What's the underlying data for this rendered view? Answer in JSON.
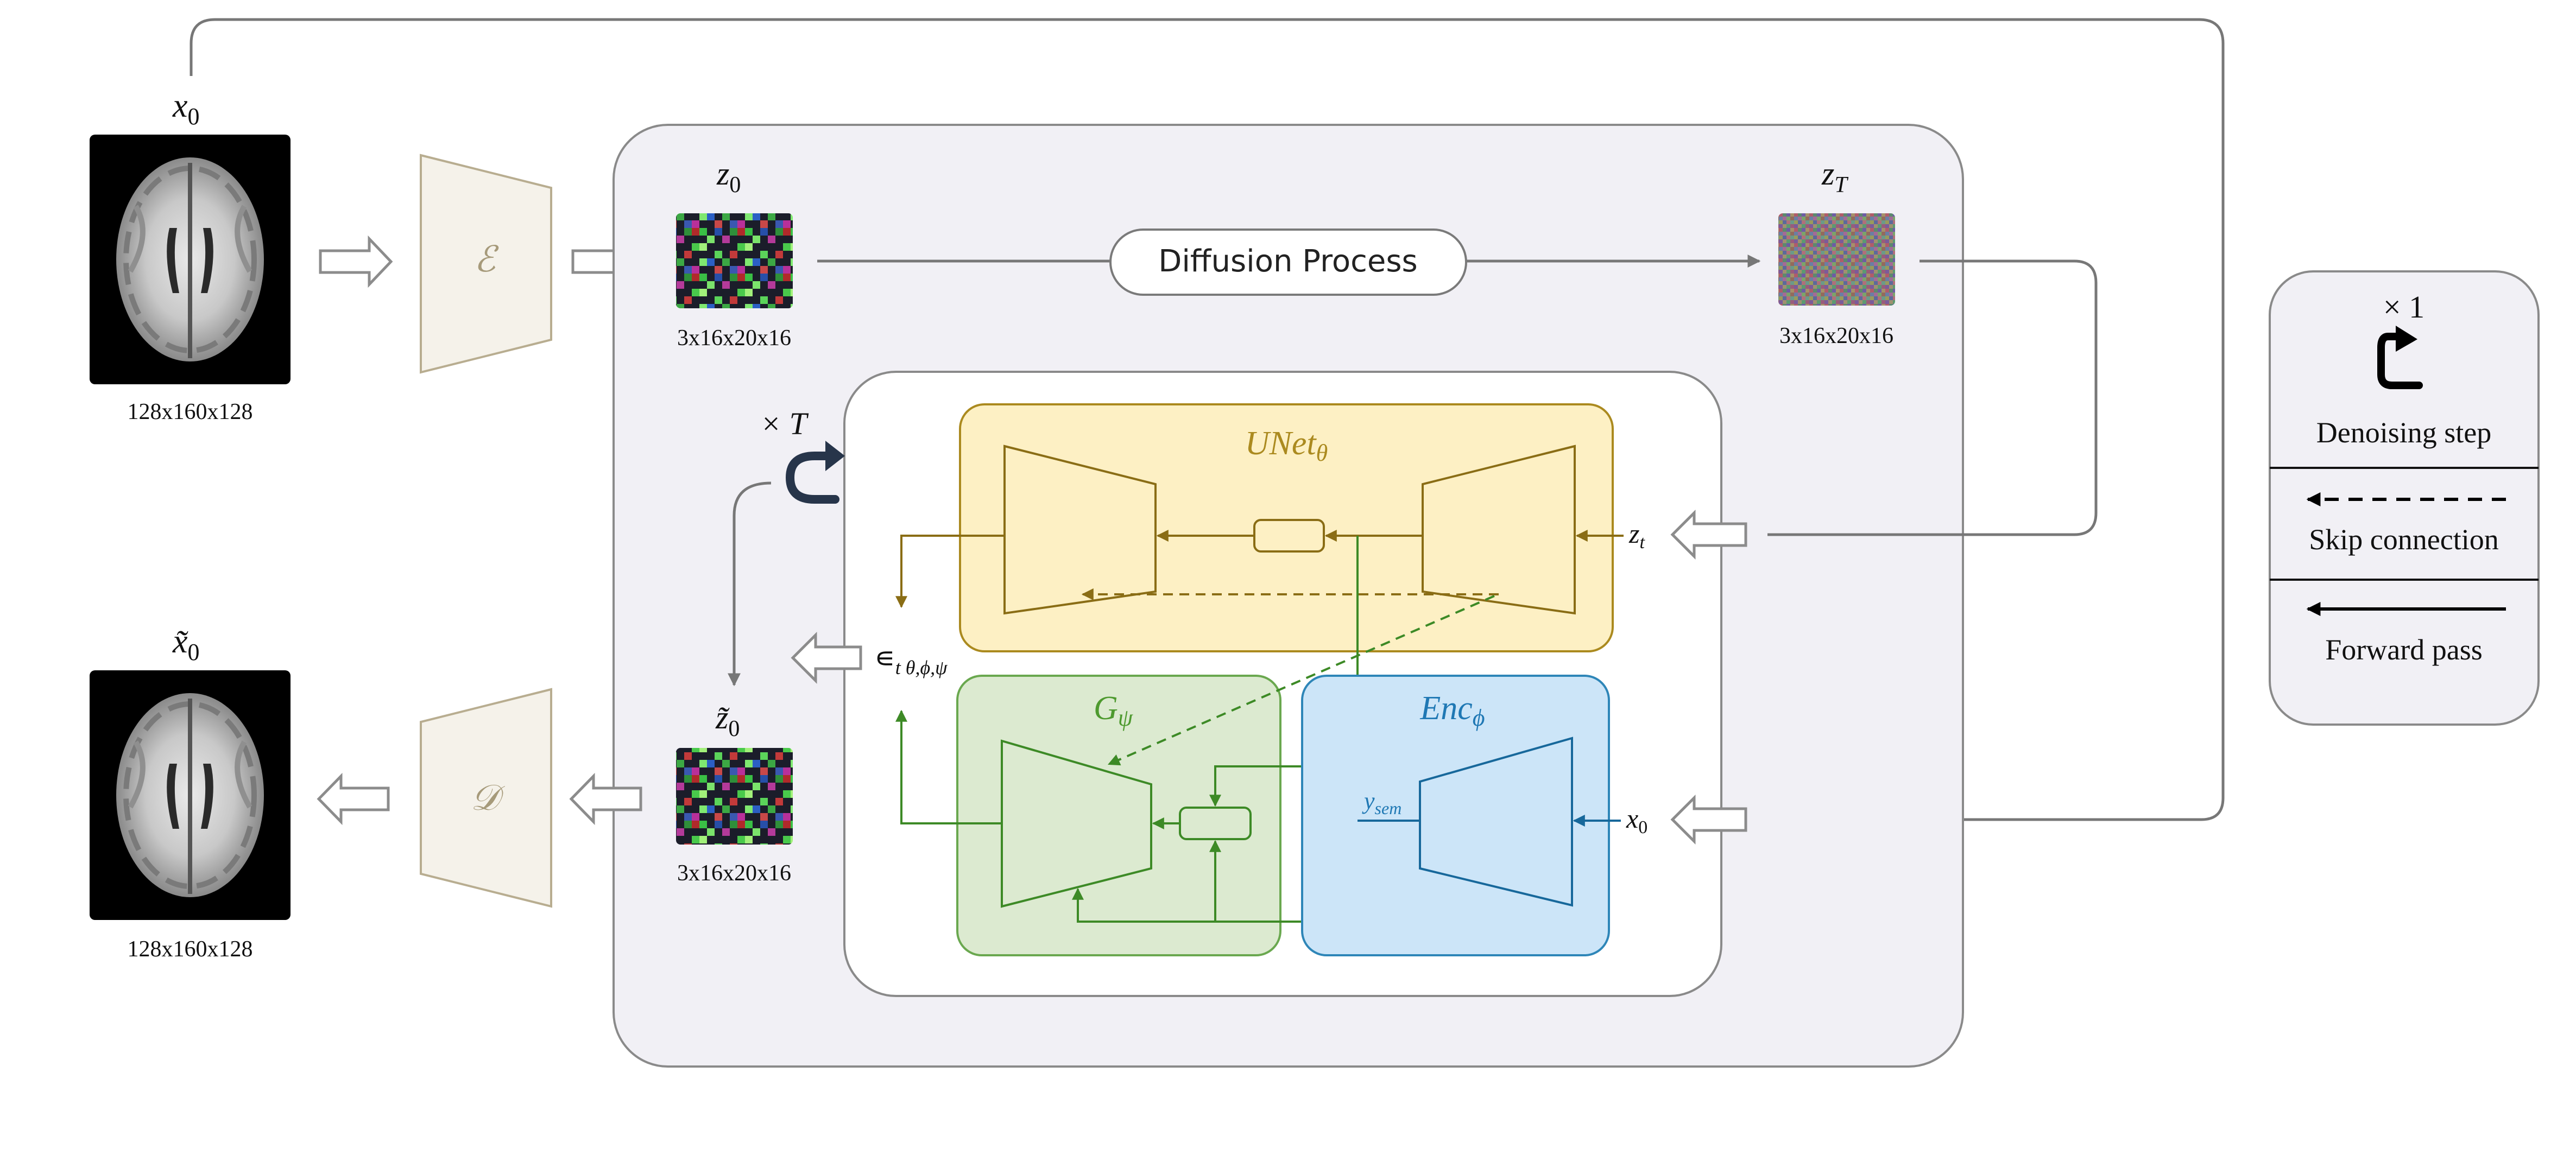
{
  "input": {
    "symbol": "x",
    "subscript": "0",
    "dims": "128x160x128"
  },
  "output": {
    "symbol": "x̃",
    "subscript": "0",
    "dims": "128x160x128"
  },
  "encoder": {
    "symbol": "ℰ"
  },
  "decoder": {
    "symbol": "𝒟"
  },
  "latent_start": {
    "symbol": "z",
    "subscript": "0",
    "dims": "3x16x20x16"
  },
  "latent_end": {
    "symbol": "z",
    "subscript": "T",
    "dims": "3x16x20x16"
  },
  "latent_recon": {
    "symbol": "z̃",
    "subscript": "0",
    "dims": "3x16x20x16"
  },
  "diffusion": {
    "label": "Diffusion Process"
  },
  "loop": {
    "symbol": "× T"
  },
  "unet": {
    "label": "UNet",
    "subscript": "θ"
  },
  "g_net": {
    "label": "G",
    "subscript": "ψ"
  },
  "enc_net": {
    "label": "Enc",
    "subscript": "ϕ"
  },
  "inputs": {
    "zt": "z",
    "zt_sub": "t",
    "x0": "x",
    "x0_sub": "0",
    "ysem": "y",
    "ysem_sub": "sem"
  },
  "epsilon": {
    "symbol": "∊",
    "subscript": "t θ,ϕ,ψ"
  },
  "legend": {
    "count": "× 1",
    "denoising": "Denoising step",
    "skip": "Skip connection",
    "forward": "Forward pass"
  },
  "colors": {
    "unet_fill": "#fdf0c4",
    "unet_stroke": "#ab8a1f",
    "unet_line": "#8a6d15",
    "g_fill": "#dcead0",
    "g_stroke": "#6aa84f",
    "g_line": "#3d8a26",
    "enc_fill": "#cce5f8",
    "enc_stroke": "#2e86b8",
    "enc_line": "#17689b",
    "panel_fill": "#f1f0f5",
    "coder_fill": "#f5f2ea"
  }
}
